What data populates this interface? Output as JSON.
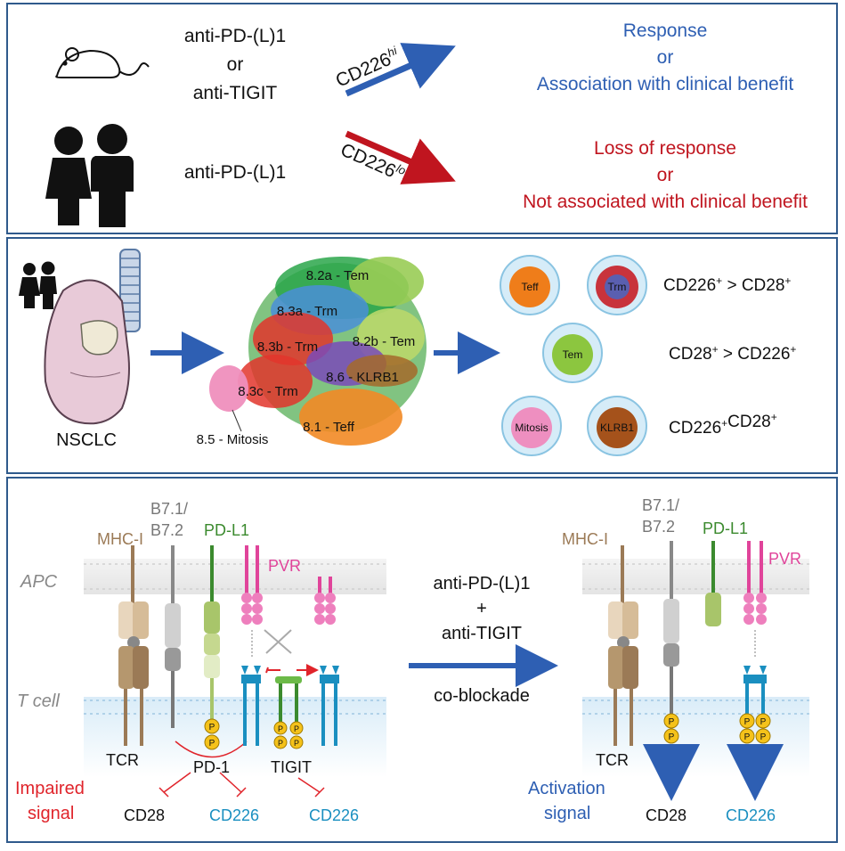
{
  "panel1": {
    "drug_top": [
      "anti-PD-(L)1",
      "or",
      "anti-TIGIT"
    ],
    "drug_bottom": "anti-PD-(L)1",
    "arrow_hi": {
      "base": "CD226",
      "sup": "hi"
    },
    "arrow_lo": {
      "base": "CD226",
      "sup": "lo"
    },
    "outcome_hi": [
      "Response",
      "or",
      "Association with clinical benefit"
    ],
    "outcome_lo": [
      "Loss of response",
      "or",
      "Not associated with clinical benefit"
    ],
    "colors": {
      "hi": "#2e5fb3",
      "lo": "#c0151f"
    }
  },
  "panel2": {
    "tissue_label": "NSCLC",
    "clusters": [
      {
        "label": "8.2a - Tem"
      },
      {
        "label": "8.3a - Trm"
      },
      {
        "label": "8.2b - Tem"
      },
      {
        "label": "8.3b - Trm"
      },
      {
        "label": "8.6 - KLRB1"
      },
      {
        "label": "8.3c - Trm"
      },
      {
        "label": "8.1 - Teff"
      },
      {
        "label": "8.5 - Mitosis"
      }
    ],
    "cells": [
      {
        "label": "Teff",
        "color": "#ef7d1a"
      },
      {
        "label": "Trm",
        "color": "#c8333c"
      },
      {
        "label": "Tem",
        "color": "#8cc63f"
      },
      {
        "label": "Mitosis",
        "color": "#ee8fc0"
      },
      {
        "label": "KLRB1",
        "color": "#a5521b"
      }
    ],
    "ratios": [
      {
        "a": "CD226",
        "sa": "+",
        "op": " > ",
        "b": "CD28",
        "sb": "+"
      },
      {
        "a": "CD28",
        "sa": "+",
        "op": " > ",
        "b": "CD226",
        "sb": "+"
      },
      {
        "a": "CD226",
        "sa": "+",
        "op": "",
        "b": "CD28",
        "sb": "+"
      }
    ]
  },
  "panel3": {
    "apc_label": "APC",
    "tcell_label": "T cell",
    "left": {
      "b7_label": [
        "B7.1/",
        "B7.2"
      ],
      "mhc_label": "MHC-I",
      "pdl1_label": "PD-L1",
      "pvr_label": "PVR",
      "tcr_label": "TCR",
      "pd1_label": "PD-1",
      "tigit_label": "TIGIT",
      "impaired_label": [
        "Impaired",
        "signal"
      ],
      "cd28_label": "CD28",
      "cd226_label_1": "CD226",
      "cd226_label_2": "CD226"
    },
    "middle": [
      "anti-PD-(L)1",
      "+",
      "anti-TIGIT",
      "co-blockade"
    ],
    "right": {
      "b7_label": [
        "B7.1/",
        "B7.2"
      ],
      "mhc_label": "MHC-I",
      "pdl1_label": "PD-L1",
      "pvr_label": "PVR",
      "tcr_label": "TCR",
      "activation_label": [
        "Activation",
        "signal"
      ],
      "cd28_label": "CD28",
      "cd226_label": "CD226"
    },
    "phospho": "P",
    "colors": {
      "mhc": "#9b7a56",
      "pdl1": "#3b8a2e",
      "pvr": "#e0449a",
      "cd226": "#1a8fc0",
      "impaired": "#e0242b",
      "activation": "#2e5fb3"
    }
  }
}
